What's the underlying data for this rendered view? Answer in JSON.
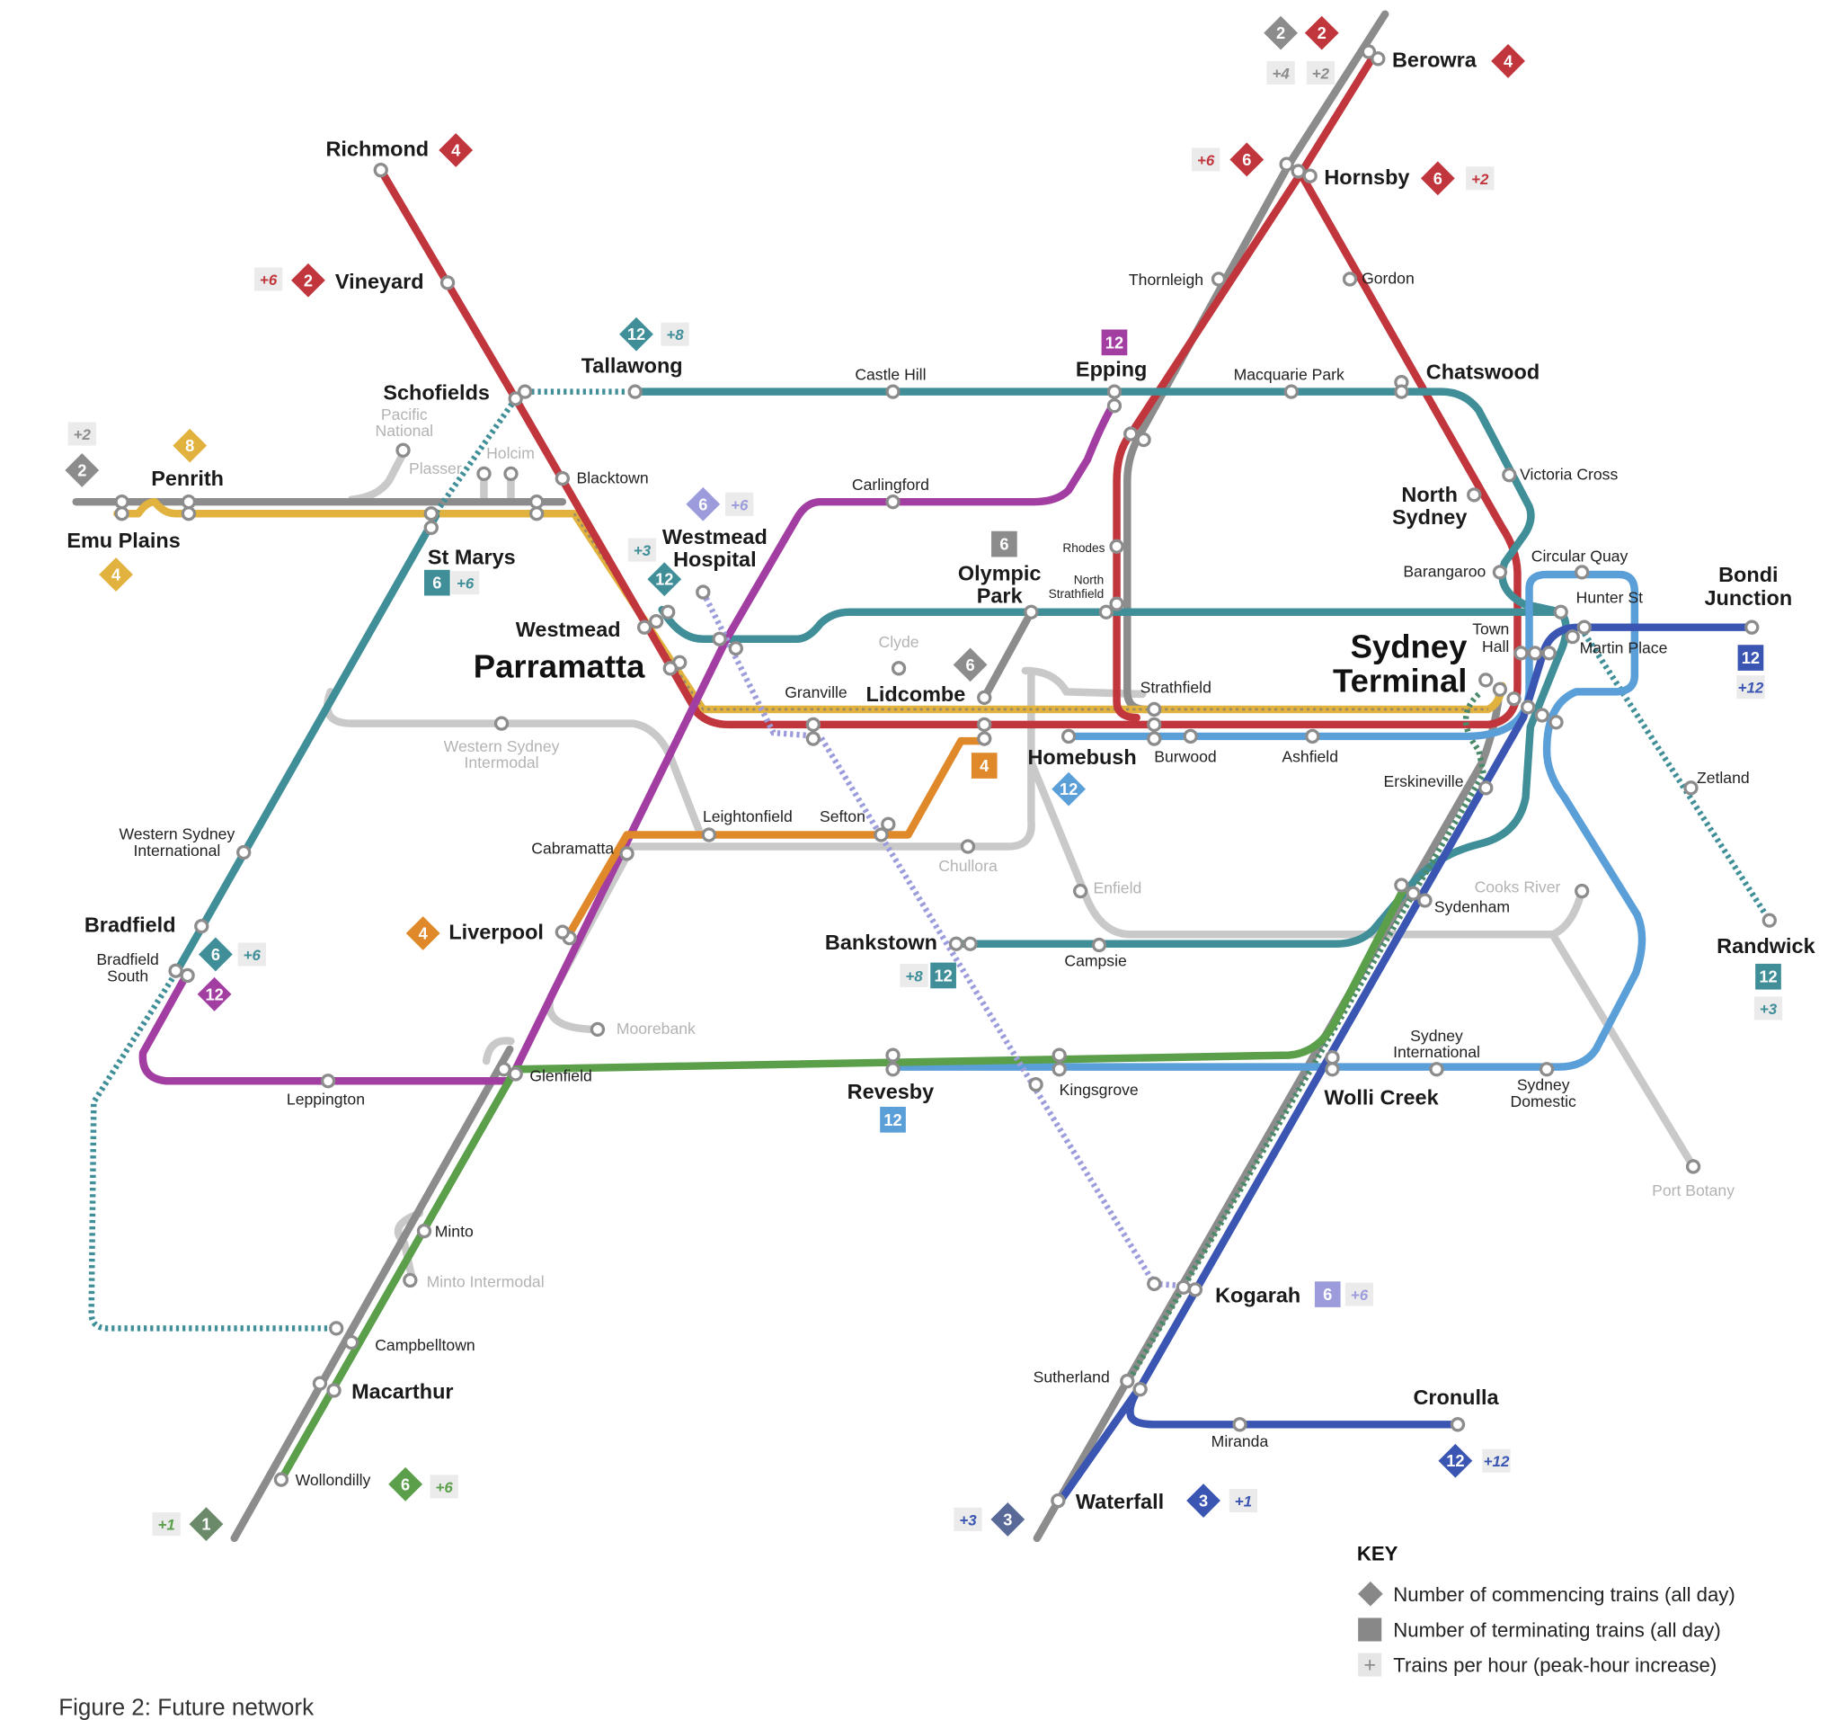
{
  "caption": "Figure 2: Future network",
  "key": {
    "title": "KEY",
    "commencing": "Number of commencing trains (all day)",
    "terminating": "Number of terminating trains (all day)",
    "peak": "Trains per hour (peak-hour increase)",
    "plus_symbol": "+"
  },
  "colors": {
    "red": "#c1363c",
    "grey": "#8c8c8c",
    "lightgrey": "#c9c9c9",
    "gold": "#e2b23e",
    "teal": "#3f8e98",
    "purple": "#a23ea2",
    "lightblue": "#5b9fd9",
    "darkblue": "#3a55b2",
    "green": "#5b9f4a",
    "orange": "#e0892a",
    "lavender": "#9c9cdc"
  },
  "stations": {
    "richmond": "Richmond",
    "vineyard": "Vineyard",
    "tallawong": "Tallawong",
    "schofields": "Schofields",
    "penrith": "Penrith",
    "emu_plains": "Emu Plains",
    "st_marys": "St Marys",
    "westmead_hospital": [
      "Westmead",
      "Hospital"
    ],
    "westmead": "Westmead",
    "parramatta": "Parramatta",
    "olympic_park": [
      "Olympic",
      "Park"
    ],
    "lidcombe": "Lidcombe",
    "epping": "Epping",
    "chatswood": "Chatswood",
    "north_sydney": [
      "North",
      "Sydney"
    ],
    "hornsby": "Hornsby",
    "berowra": "Berowra",
    "sydney_terminal": [
      "Sydney",
      "Terminal"
    ],
    "bondi_junction": [
      "Bondi",
      "Junction"
    ],
    "homebush": "Homebush",
    "randwick": "Randwick",
    "bradfield": "Bradfield",
    "liverpool": "Liverpool",
    "bankstown": "Bankstown",
    "revesby": "Revesby",
    "wolli_creek": "Wolli Creek",
    "kogarah": "Kogarah",
    "cronulla": "Cronulla",
    "waterfall": "Waterfall",
    "macarthur": "Macarthur",
    "pacific_national": [
      "Pacific",
      "National"
    ],
    "holcim": "Holcim",
    "plasser": "Plasser",
    "blacktown": "Blacktown",
    "castle_hill": "Castle Hill",
    "macquarie_park": "Macquarie Park",
    "carlingford": "Carlingford",
    "thornleigh": "Thornleigh",
    "gordon": "Gordon",
    "victoria_cross": "Victoria Cross",
    "barangaroo": "Barangaroo",
    "circular_quay": "Circular Quay",
    "hunter_st": "Hunter St",
    "town_hall": [
      "Town",
      "Hall"
    ],
    "martin_place": "Martin Place",
    "rhodes": "Rhodes",
    "north_strathfield": [
      "North",
      "Strathfield"
    ],
    "clyde": "Clyde",
    "granville": "Granville",
    "strathfield": "Strathfield",
    "burwood": "Burwood",
    "ashfield": "Ashfield",
    "erskineville": "Erskineville",
    "zetland": "Zetland",
    "western_sydney_intermodal": [
      "Western Sydney",
      "Intermodal"
    ],
    "leightonfield": "Leightonfield",
    "sefton": "Sefton",
    "chullora": "Chullora",
    "enfield": "Enfield",
    "cabramatta": "Cabramatta",
    "western_sydney_international": [
      "Western Sydney",
      "International"
    ],
    "bradfield_south": [
      "Bradfield",
      "South"
    ],
    "cooks_river": "Cooks River",
    "sydenham": "Sydenham",
    "campsie": "Campsie",
    "moorebank": "Moorebank",
    "sydney_international": [
      "Sydney",
      "International"
    ],
    "sydney_domestic": [
      "Sydney",
      "Domestic"
    ],
    "glenfield": "Glenfield",
    "leppington": "Leppington",
    "kingsgrove": "Kingsgrove",
    "port_botany": "Port Botany",
    "minto": "Minto",
    "minto_intermodal": "Minto Intermodal",
    "campbelltown": "Campbelltown",
    "sutherland": "Sutherland",
    "miranda": "Miranda",
    "wollondilly": "Wollondilly"
  },
  "badges": {
    "north_grey_commence": "2",
    "north_red_commence": "2",
    "north_grey_peak": "+4",
    "north_red_peak": "+2",
    "berowra_commence": "4",
    "richmond_commence": "4",
    "vineyard_peak": "+6",
    "vineyard_commence": "2",
    "tallawong_commence": "12",
    "tallawong_peak": "+8",
    "hornsby_w_peak": "+6",
    "hornsby_w_commence": "6",
    "hornsby_e_commence": "6",
    "hornsby_e_peak": "+2",
    "epping_terminate": "12",
    "penrith_peak": "+2",
    "penrith_grey_commence": "2",
    "penrith_gold_commence": "8",
    "emu_plains_commence": "4",
    "westmead_hosp_commence": "6",
    "westmead_hosp_peak": "+6",
    "westmead_hosp_teal_peak": "+3",
    "westmead_hosp_teal_commence": "12",
    "st_marys_terminate": "6",
    "st_marys_peak": "+6",
    "olympic_park_terminate": "6",
    "lidcombe_commence": "6",
    "lidcombe_orange_terminate": "4",
    "homebush_commence": "12",
    "bondi_terminate": "12",
    "bondi_peak": "+12",
    "randwick_terminate": "12",
    "randwick_peak": "+3",
    "bradfield_commence": "6",
    "bradfield_peak": "+6",
    "bradfield_purple_commence": "12",
    "liverpool_commence": "4",
    "bankstown_peak": "+8",
    "bankstown_terminate": "12",
    "revesby_terminate": "12",
    "kogarah_terminate": "6",
    "kogarah_peak": "+6",
    "cronulla_commence": "12",
    "cronulla_peak": "+12",
    "waterfall_commence": "3",
    "waterfall_peak": "+1",
    "waterfall_w_peak": "+3",
    "waterfall_w_commence": "3",
    "wollondilly_commence": "6",
    "wollondilly_peak": "+6",
    "southwest_peak": "+1",
    "southwest_commence": "1"
  }
}
